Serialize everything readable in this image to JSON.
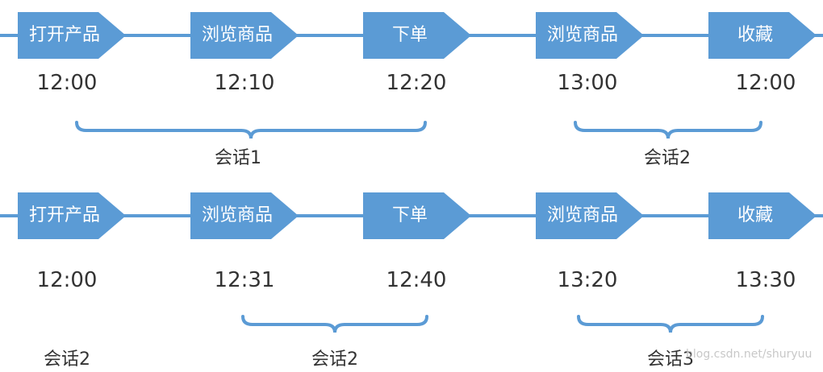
{
  "colors": {
    "accent": "#5b9bd5",
    "text": "#333333"
  },
  "rows": [
    {
      "nodes": [
        {
          "label": "打开产品",
          "time": "12:00"
        },
        {
          "label": "浏览商品",
          "time": "12:10"
        },
        {
          "label": "下单",
          "time": "12:20"
        },
        {
          "label": "浏览商品",
          "time": "13:00"
        },
        {
          "label": "收藏",
          "time": "12:00"
        }
      ],
      "sessions": [
        {
          "label": "会话1",
          "from": 0,
          "to": 2
        },
        {
          "label": "会话2",
          "from": 3,
          "to": 4
        }
      ]
    },
    {
      "nodes": [
        {
          "label": "打开产品",
          "time": "12:00"
        },
        {
          "label": "浏览商品",
          "time": "12:31"
        },
        {
          "label": "下单",
          "time": "12:40"
        },
        {
          "label": "浏览商品",
          "time": "13:20"
        },
        {
          "label": "收藏",
          "time": "13:30"
        }
      ],
      "sessions": [
        {
          "label": "会话2",
          "from": 0,
          "to": 0,
          "bracket": false
        },
        {
          "label": "会话2",
          "from": 1,
          "to": 2
        },
        {
          "label": "会话3",
          "from": 3,
          "to": 4
        }
      ]
    }
  ],
  "watermark": "blog.csdn.net/shuryuu"
}
